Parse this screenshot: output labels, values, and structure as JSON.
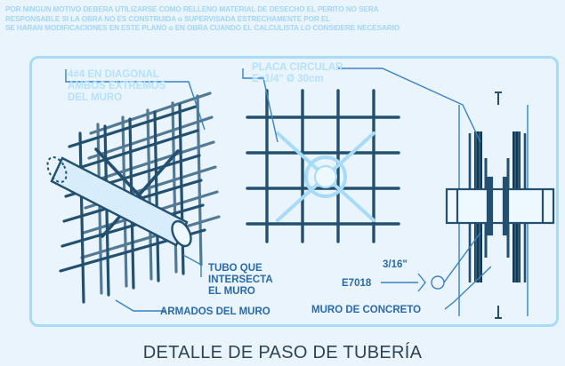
{
  "notes": [
    "POR  NINGUN  MOTIVO DEBERA UTILIZARSE COMO RELLENO MATERIAL DE DESECHO EL PERITO NO SERA",
    "RESPONSABLE SI LA OBRA NO ES CONSTRUIDA o SUPERVISADA ESTRECHAMENTE POR EL",
    "SE HARAN MODIFICACIONES EN ESTE PLANO o EN OBRA CUANDO EL CALCULISTA LO CONSIDERE NECESARIO"
  ],
  "labels": {
    "diagonal": [
      "4#4 EN DIAGONAL",
      "AMBOS EXTREMOS",
      "DEL MURO"
    ],
    "placa": [
      "PLACA CIRCULAR",
      "E=1/4\" Ø 30cm"
    ],
    "tubo": [
      "TUBO QUE",
      "INTERSECTA",
      "EL MURO"
    ],
    "armados": "ARMADOS DEL MURO",
    "weld_size": "3/16\"",
    "electrode": "E7018",
    "muro": "MURO DE CONCRETO"
  },
  "title": "DETALLE DE PASO DE TUBERÍA",
  "colors": {
    "rebar": "#23506f",
    "line": "#3b82c4",
    "light": "#a8dbf8",
    "label": "#2a6aa8",
    "title": "#2e4354"
  }
}
